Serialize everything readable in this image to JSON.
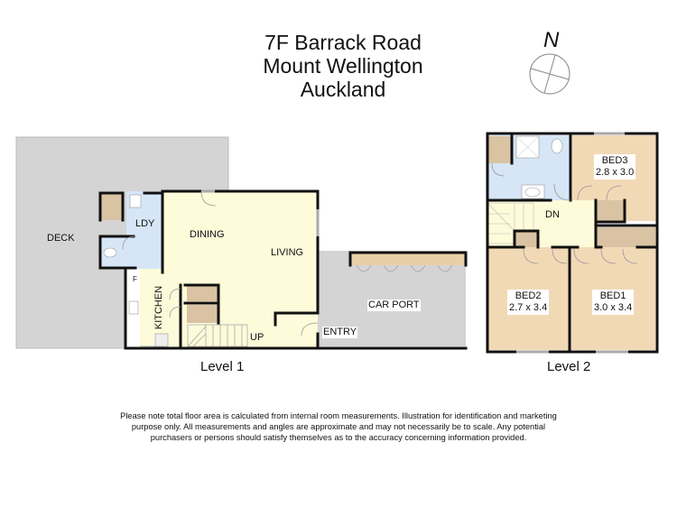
{
  "header": {
    "address_line1": "7F Barrack Road",
    "address_line2": "Mount Wellington",
    "address_line3": "Auckland"
  },
  "compass": {
    "label": "N",
    "icon": "compass-north-icon"
  },
  "level1": {
    "label": "Level 1",
    "rooms": {
      "deck": "DECK",
      "laundry": "LDY",
      "dining": "DINING",
      "living": "LIVING",
      "kitchen": "KITCHEN",
      "fridge": "F",
      "up": "UP",
      "entry": "ENTRY",
      "car_port": "CAR PORT"
    }
  },
  "level2": {
    "label": "Level 2",
    "rooms": {
      "down": "DN",
      "bed3": {
        "name": "BED3",
        "size": "2.8 x 3.0"
      },
      "bed2": {
        "name": "BED2",
        "size": "2.7 x 3.4"
      },
      "bed1": {
        "name": "BED1",
        "size": "3.0 x 3.4"
      }
    }
  },
  "colors": {
    "deck_grey": "#d4d4d4",
    "living_cream": "#fdfbd9",
    "wet_blue": "#d6e6f7",
    "bedroom_tan": "#f2d9b6",
    "storage_tan": "#d9c3a3",
    "wall_black": "#111111"
  },
  "disclaimer": "Please note total floor area is calculated from internal room measurements.  Illustration for identification and marketing purpose only.  All measurements and angles are approximate and may not necessarily be to scale.  Any potential purchasers or persons should satisfy themselves as to the accuracy concerning information provided."
}
